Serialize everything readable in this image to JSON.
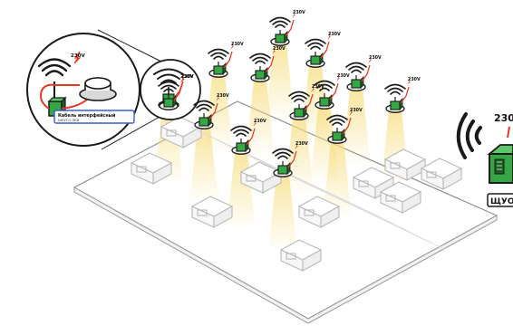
{
  "colors": {
    "node_green": "#35a845",
    "node_dark": "#1d5c25",
    "lightning": "#e23a21",
    "beam": "#f6dd7c",
    "outline": "#1a1a1a",
    "machine_line": "#b9b9b9",
    "callout_blue": "#3a5bd0"
  },
  "icons": {
    "node": "wireless-sensor-icon",
    "power": "lightning-icon",
    "signal": "wifi-signal-icon",
    "cabinet": "control-cabinet-icon",
    "machine": "cnc-machine-icon"
  },
  "nodes": [
    {
      "id": "n1",
      "voltage": "230V"
    },
    {
      "id": "n2",
      "voltage": "230V"
    },
    {
      "id": "n3",
      "voltage": "230V"
    },
    {
      "id": "n4",
      "voltage": "230V"
    },
    {
      "id": "n5",
      "voltage": "230V"
    },
    {
      "id": "n6",
      "voltage": "230V"
    },
    {
      "id": "n7",
      "voltage": "230V"
    },
    {
      "id": "n8",
      "voltage": "230V"
    },
    {
      "id": "n9",
      "voltage": "230V"
    },
    {
      "id": "n10",
      "voltage": "230V"
    },
    {
      "id": "n11",
      "voltage": "230V"
    },
    {
      "id": "n12",
      "voltage": "230V"
    },
    {
      "id": "n13",
      "voltage": "230V"
    }
  ],
  "callout": {
    "voltage": "230V",
    "cable_label_line1": "Кабель интерфейсный",
    "cable_label_line2": "ШУУСО-ЗЕВ"
  },
  "zoom_node": {
    "voltage": "230V"
  },
  "cabinet": {
    "voltage": "230",
    "label": "ЩУО"
  }
}
